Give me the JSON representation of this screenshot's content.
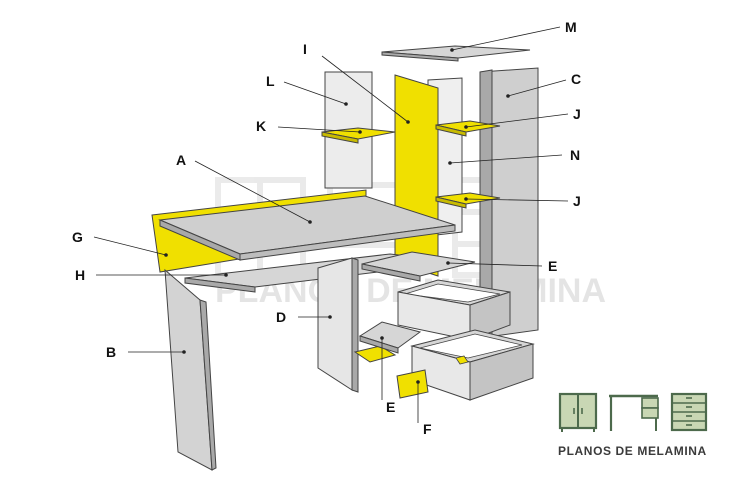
{
  "labels": {
    "M": "M",
    "I": "I",
    "L": "L",
    "C": "C",
    "K": "K",
    "J_top": "J",
    "N": "N",
    "A": "A",
    "J_bottom": "J",
    "G": "G",
    "E_right": "E",
    "H": "H",
    "D": "D",
    "B": "B",
    "E_bottom": "E",
    "F": "F"
  },
  "watermark": "PLANOS DE MELAMINA",
  "brand": {
    "name": "PLANOS DE MELAMINA"
  },
  "colors": {
    "yellow": "#f0e000",
    "yellow_dark": "#c8bb00",
    "panel": "#cfcfcf",
    "panel_light": "#e2e2e2",
    "panel_dark": "#a9a9a9",
    "edge": "#444444",
    "brand_green": "#4d6a4c",
    "brand_fill": "#c9d7b4"
  }
}
